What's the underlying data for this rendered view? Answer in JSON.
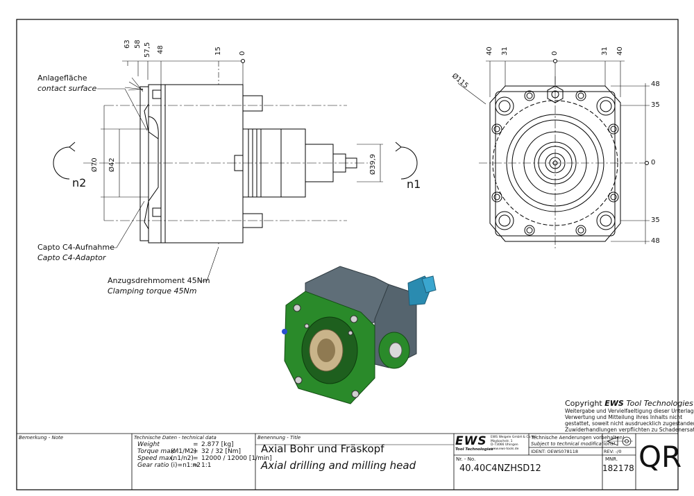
{
  "drawing": {
    "callouts": {
      "contact_de": "Anlagefläche",
      "contact_en": "contact surface",
      "adaptor_de": "Capto C4-Aufnahme",
      "adaptor_en": "Capto C4-Adaptor",
      "torque_de": "Anzugsdrehmoment 45Nm",
      "torque_en": "Clamping torque 45Nm"
    },
    "dims_left_top": [
      "63",
      "58",
      "57,5",
      "48",
      "15",
      "0"
    ],
    "dims_left_side": [
      "Ø70",
      "Ø42",
      "Ø39,9"
    ],
    "rot_labels": [
      "n2",
      "n1"
    ],
    "dims_right_top": [
      "40",
      "31",
      "0",
      "31",
      "40"
    ],
    "dims_right_side": [
      "48",
      "35",
      "0",
      "35",
      "48"
    ],
    "dia_right": "Ø115",
    "copyright": {
      "title_prefix": "Copyright ",
      "title_brand": "EWS",
      "title_rest": " Tool Technologies",
      "lines": [
        "Weitergabe und Vervielfaeltigung dieser Unterlage,",
        "Verwertung und Mitteilung ihres Inhalts nicht",
        "gestattet, soweit nicht ausdruecklich zugestanden.",
        "Zuwiderhandlungen verpflichten zu Schadenersatz."
      ]
    }
  },
  "titleblock": {
    "remark_label": "Bemerkung - Note",
    "techdata_label": "Technische Daten - technical data",
    "techdata_rows": [
      {
        "label": "Weight",
        "param": "",
        "eq": "=",
        "value": "2.877 [kg]"
      },
      {
        "label": "Torque max.",
        "param": "(M1/M2)",
        "eq": "=",
        "value": "32 / 32 [Nm]"
      },
      {
        "label": "Speed max.",
        "param": "(n1/n2)",
        "eq": "=",
        "value": "12000 / 12000 [1/min]"
      },
      {
        "label": "Gear ratio",
        "param": "(i)=n1:n2",
        "eq": "=",
        "value": "1:1"
      }
    ],
    "title_label": "Benennung - Title",
    "title_de": "Axial Bohr und Fräskopf",
    "title_en": "Axial drilling and milling head",
    "logo_text": "EWS",
    "logo_sub": "Tool Technologies",
    "company_lines": [
      "EWS Weigele GmbH & Co. KG",
      "Maybachstr. 1",
      "D-73066 Uhingen",
      "www.ews-tools.de"
    ],
    "notice_de": "Technische Aenderungen vorbehalten!",
    "notice_en": "Subject to technical modifications!",
    "ident_label": "IDENT:",
    "ident_value": "OEWS078118",
    "rev_label": "REV: -/0",
    "nr_label": "Nr. - No.",
    "nr_value": "40.40C4NZHSD12",
    "mnr_label": "MNR.",
    "mnr_value": "182178",
    "qr": "QR"
  }
}
